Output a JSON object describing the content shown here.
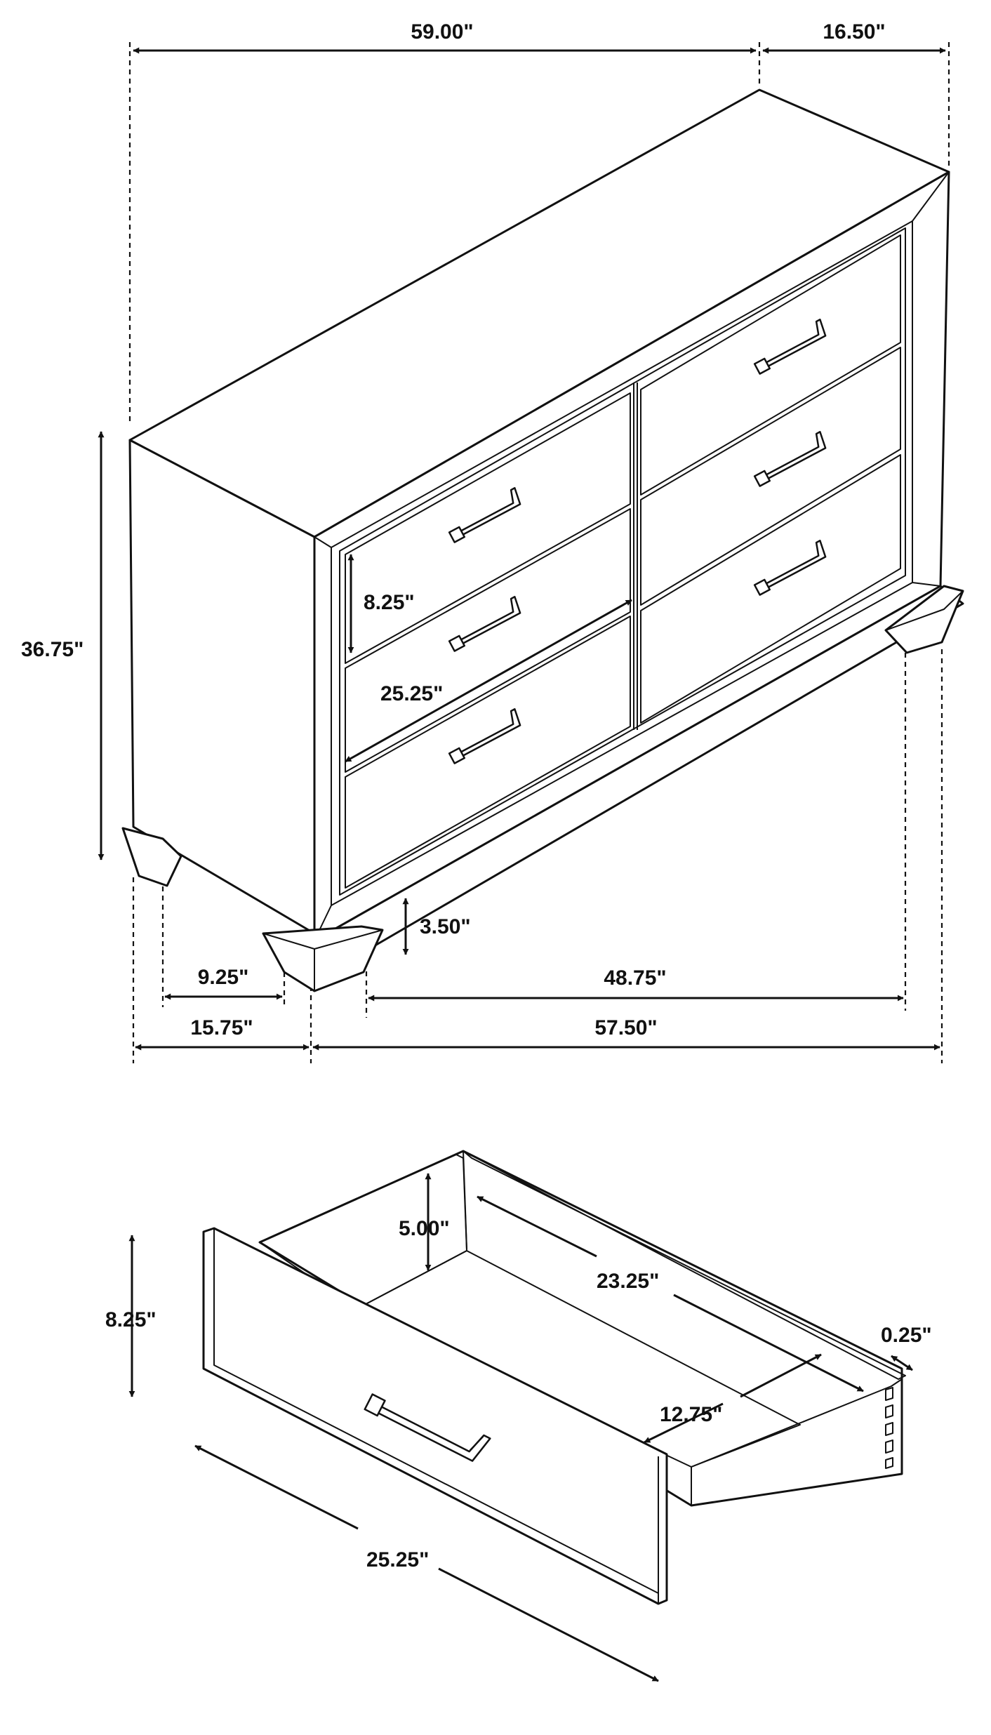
{
  "dresser": {
    "dims": {
      "width": "59.00\"",
      "depth": "16.50\"",
      "height": "36.75\"",
      "drawer_height": "8.25\"",
      "drawer_width": "25.25\"",
      "foot_height": "3.50\"",
      "foot_inner_side": "9.25\"",
      "side_base": "15.75\"",
      "foot_inner_front": "48.75\"",
      "front_base": "57.50\""
    }
  },
  "drawer": {
    "dims": {
      "inner_height": "5.00\"",
      "inner_depth": "23.25\"",
      "front_height": "8.25\"",
      "side_thickness": "0.25\"",
      "inner_width": "12.75\"",
      "front_width": "25.25\""
    }
  }
}
